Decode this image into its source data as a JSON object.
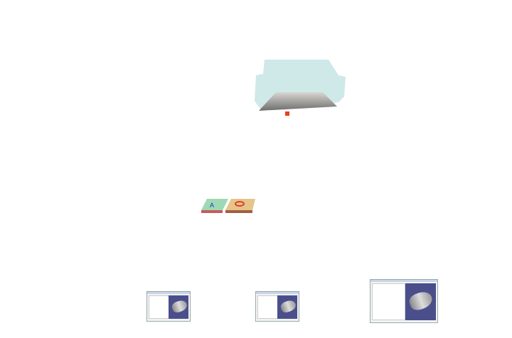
{
  "colors": {
    "room_glass": "#cfe8e8",
    "floor": "#8a8a88",
    "marker": "#e8401c",
    "viewport": "#4a4f8c"
  },
  "images": [
    {
      "name": "room-render"
    },
    {
      "name": "floor-tiles"
    },
    {
      "name": "app-screenshot-1"
    },
    {
      "name": "app-screenshot-2"
    },
    {
      "name": "app-screenshot-3"
    }
  ]
}
